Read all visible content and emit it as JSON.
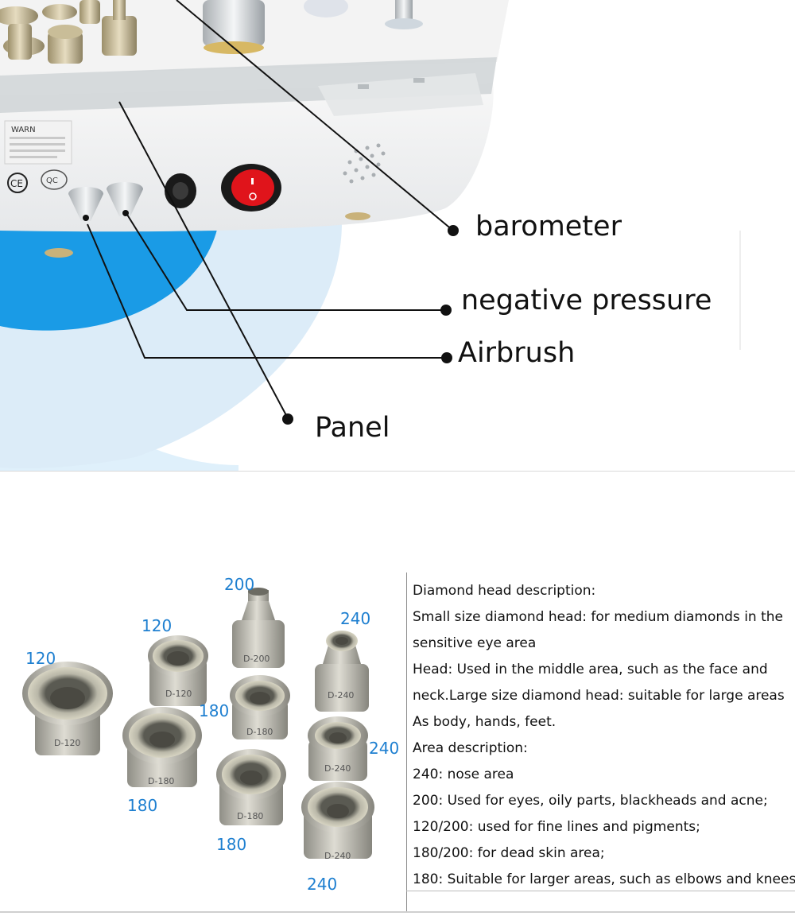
{
  "callouts": {
    "barometer": "barometer",
    "negative_pressure": "negative pressure",
    "airbrush": "Airbrush",
    "panel": "Panel"
  },
  "device": {
    "warning_label": "WARN",
    "ce_mark": "CE",
    "qc_mark": "QC"
  },
  "heads": {
    "labels": {
      "l120a": "120",
      "l120b": "120",
      "l200": "200",
      "l240a": "240",
      "l180a": "180",
      "l240b": "240",
      "l180b": "180",
      "l180c": "180",
      "l240c": "240"
    },
    "codes": {
      "c1": "D-120",
      "c2": "D-120",
      "c3": "D-180",
      "c4": "D-200",
      "c5": "D-180",
      "c6": "D-180",
      "c7": "D-240",
      "c8": "D-240",
      "c9": "D-240"
    }
  },
  "description": [
    "Diamond head description:",
    "Small size diamond head: for medium diamonds in the",
    "sensitive eye area",
    "Head: Used in the middle area, such as the face and",
    "neck.Large size diamond head: suitable for large areas",
    "As body, hands, feet.",
    "Area description:",
    "240: nose area",
    "200: Used for eyes, oily parts, blackheads and acne;",
    "120/200: used for fine lines and pigments;",
    "180/200: for dead skin area;",
    "180: Suitable for larger areas, such as elbows and knees"
  ],
  "colors": {
    "accent_blue": "#1e7fd0",
    "device_blue": "#1a9be6",
    "switch_red": "#e0141b"
  }
}
